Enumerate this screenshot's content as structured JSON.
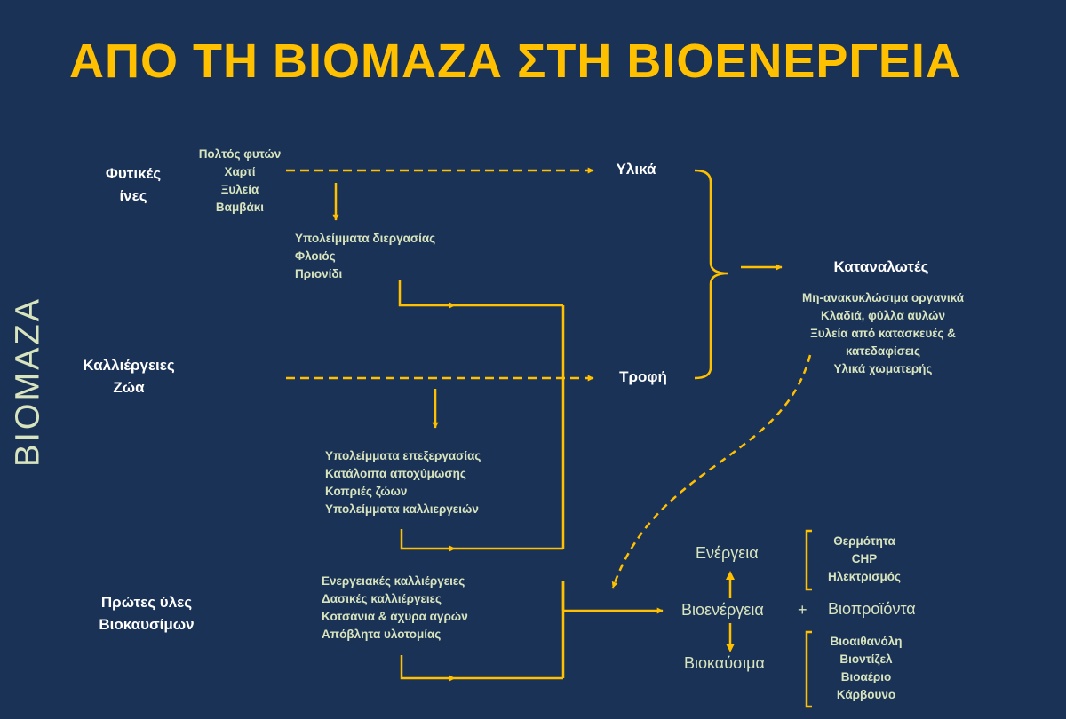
{
  "title": "ΑΠΟ ΤΗ ΒΙΟΜΑΖΑ ΣΤΗ ΒΙΟΕΝΕΡΓΕΙΑ",
  "side_label": "ΒΙΟΜΑΖΑ",
  "sources": {
    "plant_fibers": [
      "Φυτικές",
      "ίνες"
    ],
    "crops_animals": [
      "Καλλιέργειες",
      "Ζώα"
    ],
    "biofuel_feedstock": [
      "Πρώτες ύλες",
      "Βιοκαυσίμων"
    ]
  },
  "lists": {
    "plant_products": [
      "Πολτός φυτών",
      "Χαρτί",
      "Ξυλεία",
      "Βαμβάκι"
    ],
    "process_residues": [
      "Υπολείμματα διεργασίας",
      "Φλοιός",
      "Πριονίδι"
    ],
    "processing_residues": [
      "Υπολείμματα επεξεργασίας",
      "Κατάλοιπα αποχύμωσης",
      "Κοπριές ζώων",
      "Υπολείμματα καλλιεργειών"
    ],
    "energy_crops": [
      "Ενεργειακές καλλιέργειες",
      "Δασικές καλλιέργειες",
      "Κοτσάνια & άχυρα αγρών",
      "Απόβλητα υλοτομίας"
    ],
    "consumer_waste": [
      "Μη-ανακυκλώσιμα οργανικά",
      "Κλαδιά, φύλλα αυλών",
      "Ξυλεία από κατασκευές &",
      "κατεδαφίσεις",
      "Υλικά χωματερής"
    ],
    "energy_outputs": [
      "Θερμότητα",
      "CHP",
      "Ηλεκτρισμός"
    ],
    "biofuel_outputs": [
      "Βιοαιθανόλη",
      "Βιοντίζελ",
      "Βιοαέριο",
      "Κάρβουνο"
    ]
  },
  "nodes": {
    "materials": "Υλικά",
    "food": "Τροφή",
    "consumers": "Καταναλωτές",
    "energy": "Ενέργεια",
    "bioenergy": "Βιοενέργεια",
    "plus": "+",
    "bioproducts": "Βιοπροϊόντα",
    "biofuels": "Βιοκαύσιμα"
  },
  "colors": {
    "background": "#1b3257",
    "accent": "#ffc000",
    "light_text": "#d7e4bd",
    "white_text": "#ffffff"
  }
}
